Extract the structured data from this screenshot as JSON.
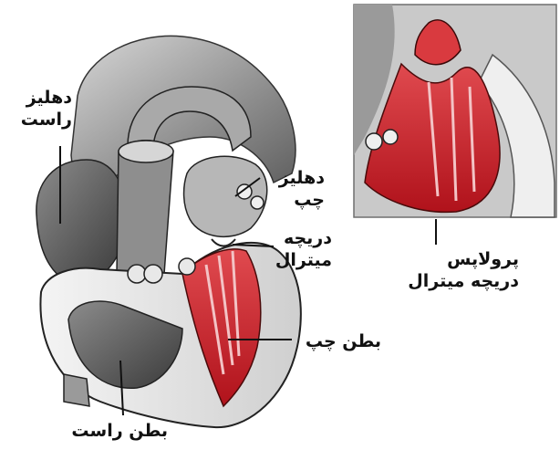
{
  "labels": {
    "right_atrium": {
      "line1": "دهلیز",
      "line2": "راست"
    },
    "left_atrium": {
      "line1": "دهلیز",
      "line2": "چپ"
    },
    "mitral_valve": {
      "line1": "دریچه",
      "line2": "میترال"
    },
    "left_ventricle": {
      "line1": "بطن چپ"
    },
    "right_ventricle": {
      "line1": "بطن راست"
    },
    "mitral_prolapse": {
      "line1": "پرولاپس",
      "line2": "دریچه میترال"
    }
  },
  "colors": {
    "muscle_red": "#c8202a",
    "tissue_gray": "#8a8a8a",
    "outline": "#222222"
  }
}
